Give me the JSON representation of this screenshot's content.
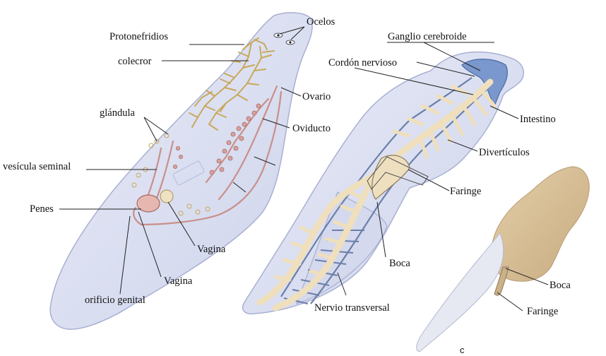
{
  "labels": {
    "ocelos": "Ocelos",
    "protonefridios": "Protonefridios",
    "colector": "colecror",
    "ovario": "Ovario",
    "oviducto": "Oviducto",
    "glandula": "glándula",
    "vesicula_seminal": "vesícula seminal",
    "penes": "Penes",
    "vagina_1": "Vagina",
    "vagina_2": "Vagina",
    "orificio_genital": "orificio genital",
    "ganglio_cerebroide": "Ganglio cerebroide",
    "cordon_nervioso": "Cordón nervioso",
    "intestino": "Intestino",
    "diverticulos": "Divertículos",
    "faringe_1": "Faringe",
    "boca_1": "Boca",
    "nervio_transversal": "Nervio transversal",
    "boca_2": "Boca",
    "faringe_2": "Faringe",
    "panel_c": "c"
  },
  "colors": {
    "body_fill": "#dfe3f3",
    "body_edge": "#a9b0d2",
    "excretory": "#c9a85a",
    "reproductive": "#c98f8a",
    "intestine": "#f1e3c4",
    "ganglion": "#6f8fc6",
    "nerve": "#6b7fa8",
    "side_view_body": "#d8c09a"
  }
}
